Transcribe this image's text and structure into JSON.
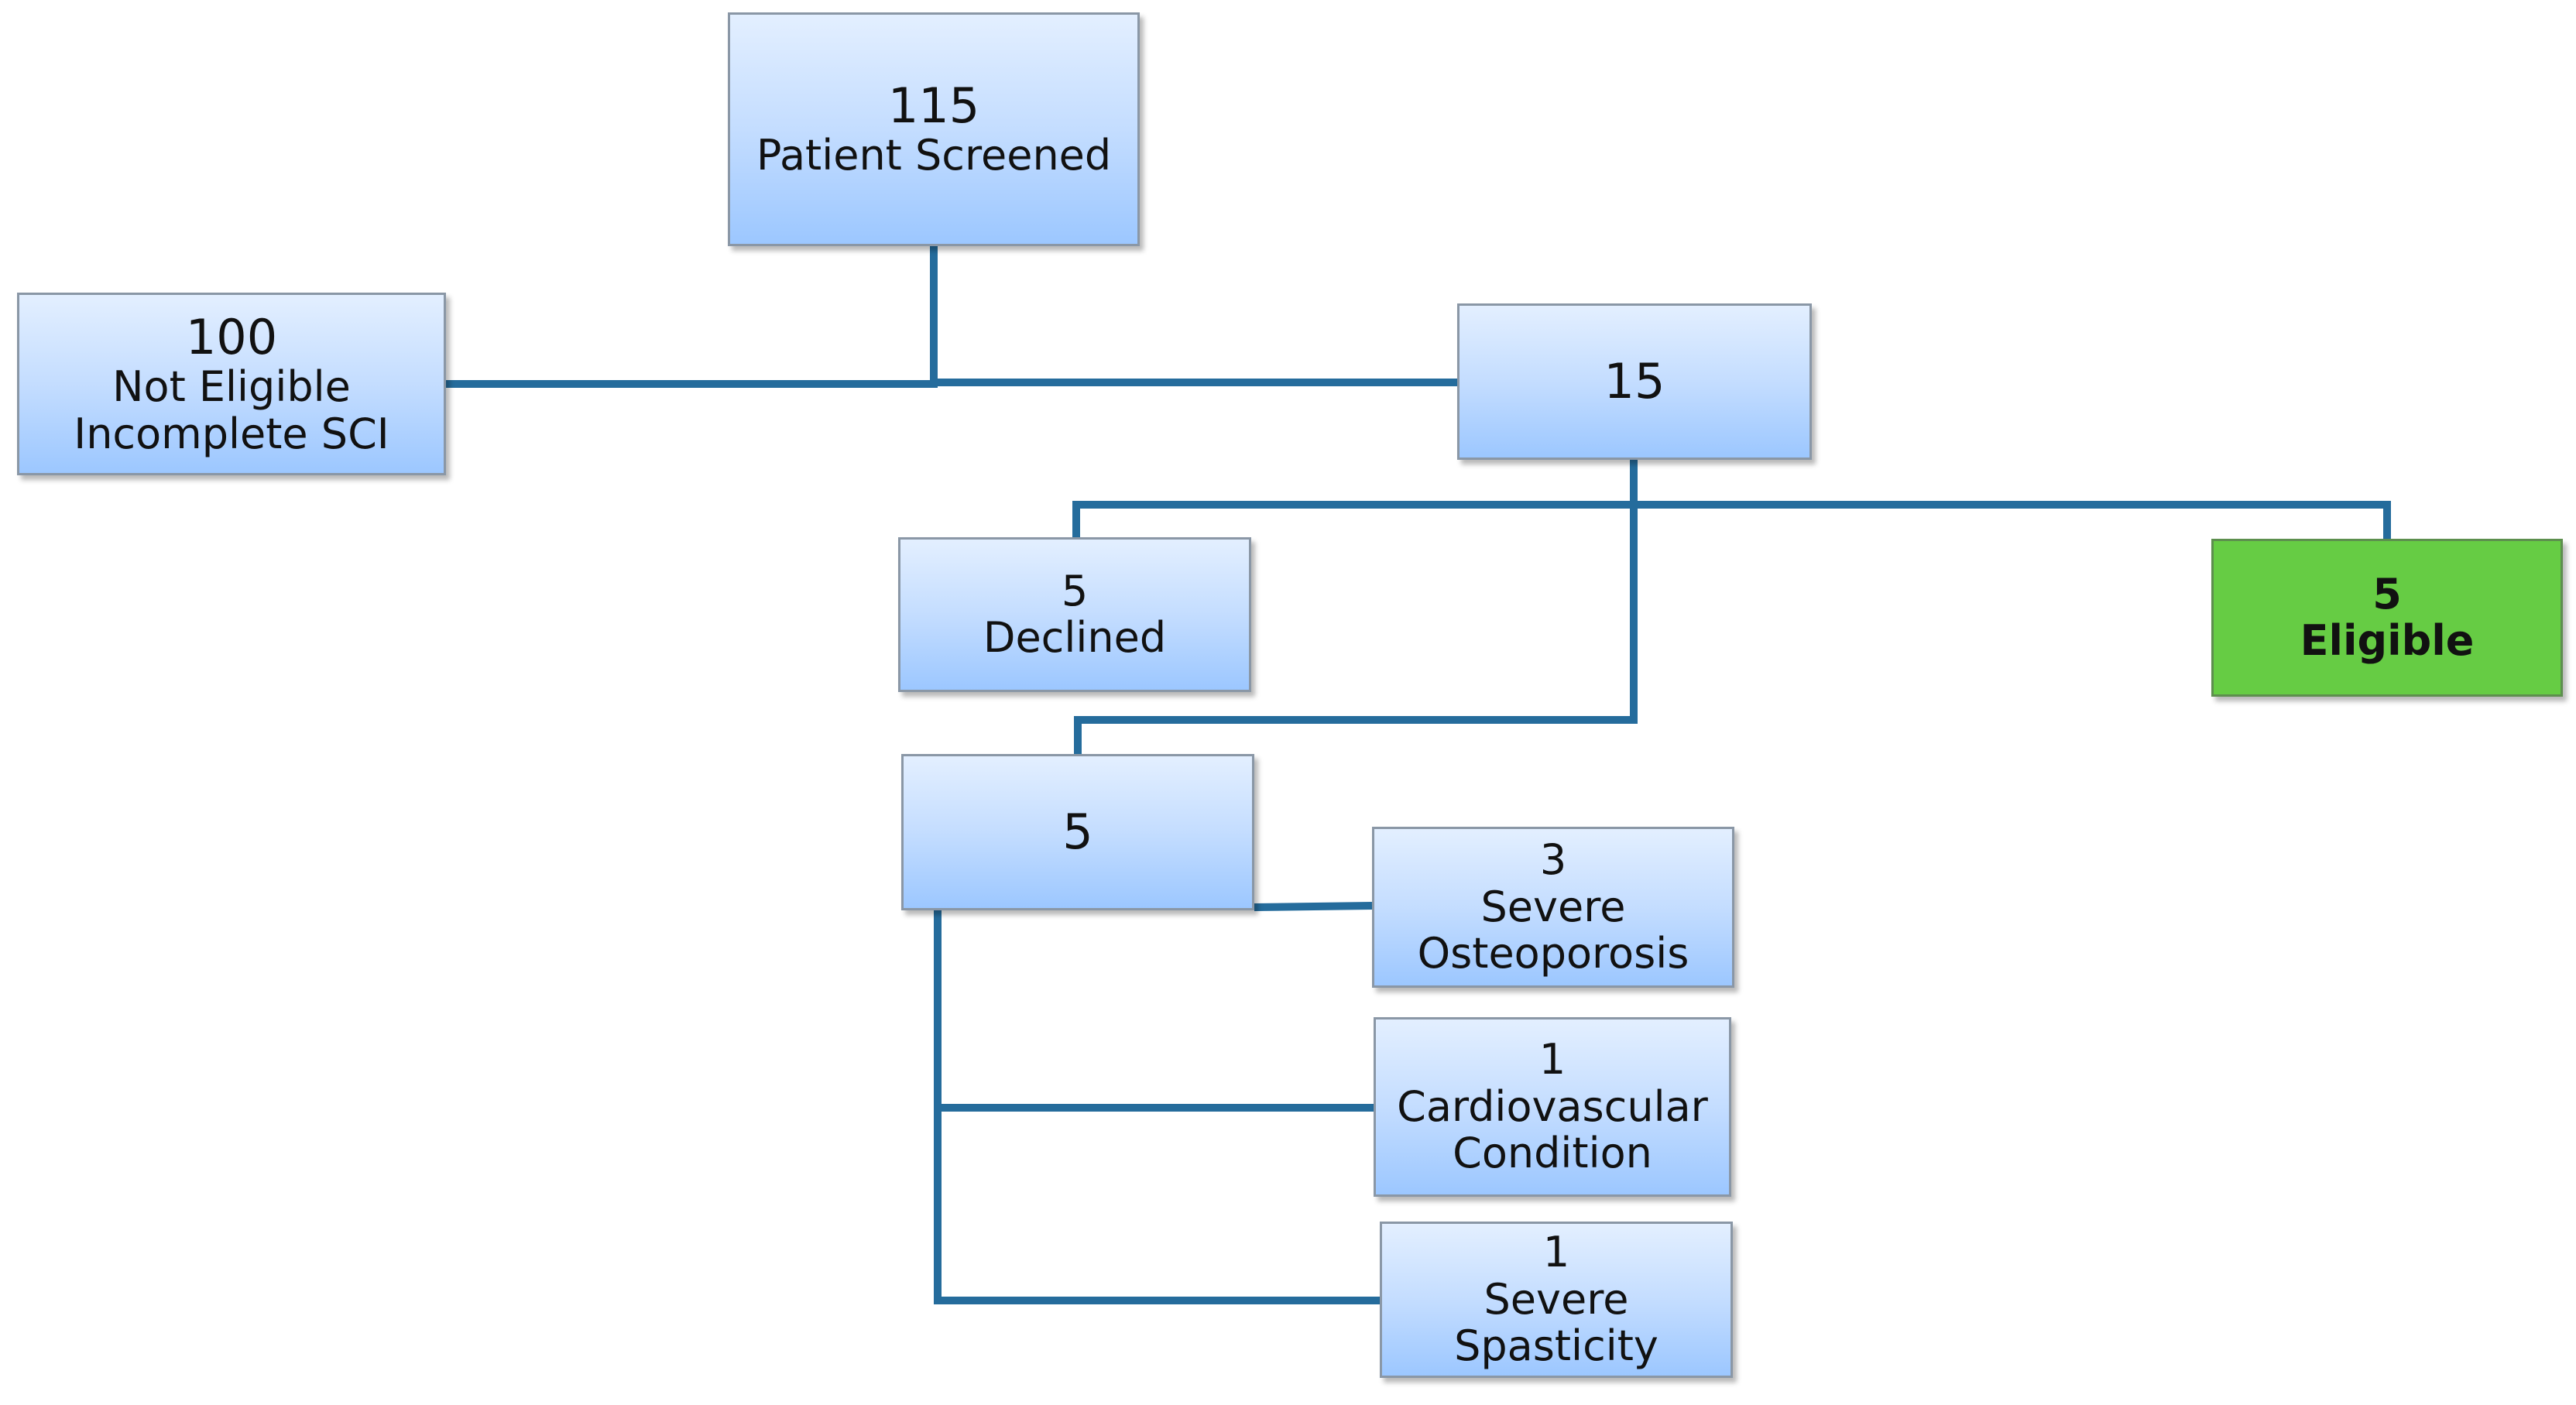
{
  "nodes": {
    "screened": {
      "count": "115",
      "label": "Patient Screened"
    },
    "not_eligible": {
      "count": "100",
      "label_line1": "Not Eligible",
      "label_line2": "Incomplete SCI"
    },
    "remaining": {
      "count": "15"
    },
    "declined": {
      "count": "5",
      "label": "Declined"
    },
    "eligible": {
      "count": "5",
      "label": "Eligible"
    },
    "excluded": {
      "count": "5"
    },
    "osteoporosis": {
      "count": "3",
      "label_line1": "Severe",
      "label_line2": "Osteoporosis"
    },
    "cardiovascular": {
      "count": "1",
      "label_line1": "Cardiovascular",
      "label_line2": "Condition"
    },
    "spasticity": {
      "count": "1",
      "label": "Severe Spasticity"
    }
  },
  "colors": {
    "connector": "#256c9c",
    "box_gradient_top": "#e3efff",
    "box_gradient_bottom": "#9cc7ff",
    "eligible_fill": "#66cc44"
  }
}
